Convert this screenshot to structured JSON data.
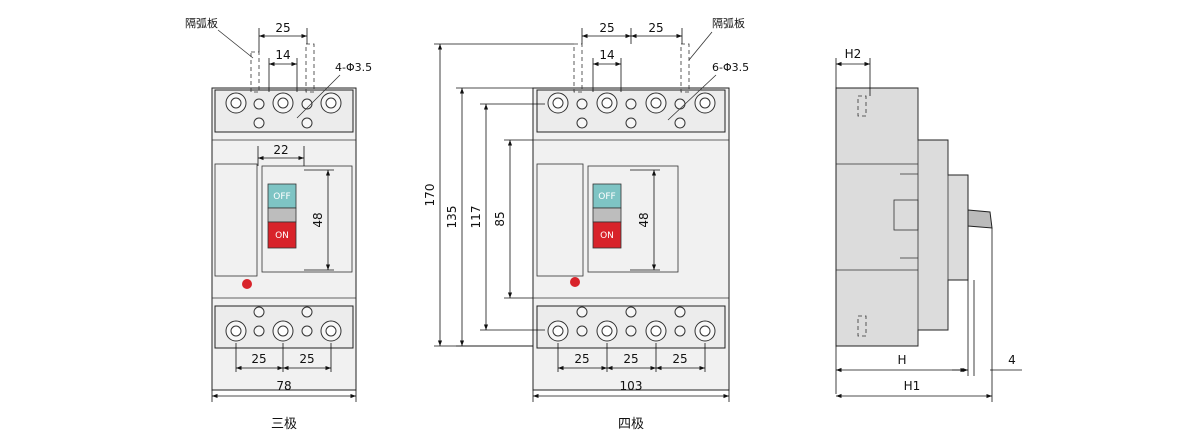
{
  "colors": {
    "off_button": "#7ec4c4",
    "on_button": "#d8232a",
    "indicator": "#d8232a",
    "housing": "#f1f1f1",
    "side_view": "#dcdcdc"
  },
  "three_pole": {
    "title": "三极",
    "arc_label": "隔弧板",
    "hole_label": "4-Φ3.5",
    "dim_top_pitch": "25",
    "dim_top_inner": "14",
    "dim_handle_width": "22",
    "dim_handle_height": "48",
    "dim_bottom_pitch_1": "25",
    "dim_bottom_pitch_2": "25",
    "dim_overall_width": "78",
    "off_label": "OFF",
    "on_label": "ON"
  },
  "four_pole": {
    "title": "四极",
    "arc_label": "隔弧板",
    "hole_label": "6-Φ3.5",
    "dim_top_pitch_1": "25",
    "dim_top_pitch_2": "25",
    "dim_top_inner": "14",
    "dim_height_overall": "170",
    "dim_height_135": "135",
    "dim_height_117": "117",
    "dim_height_85": "85",
    "dim_handle_height": "48",
    "dim_bottom_pitch_1": "25",
    "dim_bottom_pitch_2": "25",
    "dim_bottom_pitch_3": "25",
    "dim_overall_width": "103",
    "off_label": "OFF",
    "on_label": "ON"
  },
  "side_view": {
    "dim_h2": "H2",
    "dim_h": "H",
    "dim_h1": "H1",
    "dim_offset": "4"
  }
}
